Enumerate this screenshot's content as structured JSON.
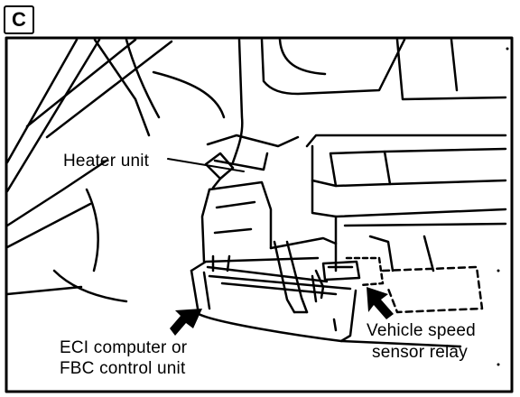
{
  "figure": {
    "badge": "C",
    "labels": {
      "heater_unit": "Heater unit",
      "ecu_line1": "ECI computer or",
      "ecu_line2": "FBC control unit",
      "relay_line1": "Vehicle speed",
      "relay_line2": "sensor relay"
    },
    "colors": {
      "ink": "#000000",
      "paper": "#ffffff"
    }
  }
}
